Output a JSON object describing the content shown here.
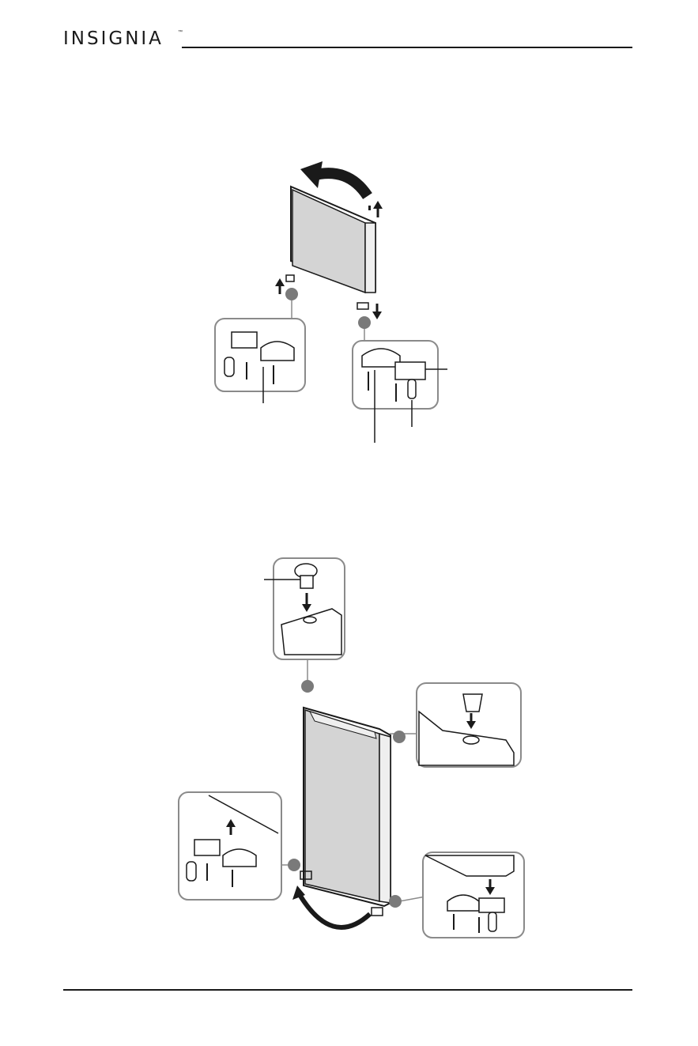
{
  "header": {
    "brand": "INSIGNIA",
    "trademark": "™"
  },
  "figures": [
    {
      "id": "door-removal"
    },
    {
      "id": "door-reinstall"
    }
  ],
  "colors": {
    "ink": "#1a1a1a",
    "door_fill": "#d4d4d4",
    "door_edge": "#efefef",
    "callout_dot": "#7a7a7a",
    "box_stroke": "#8a8a8a"
  }
}
